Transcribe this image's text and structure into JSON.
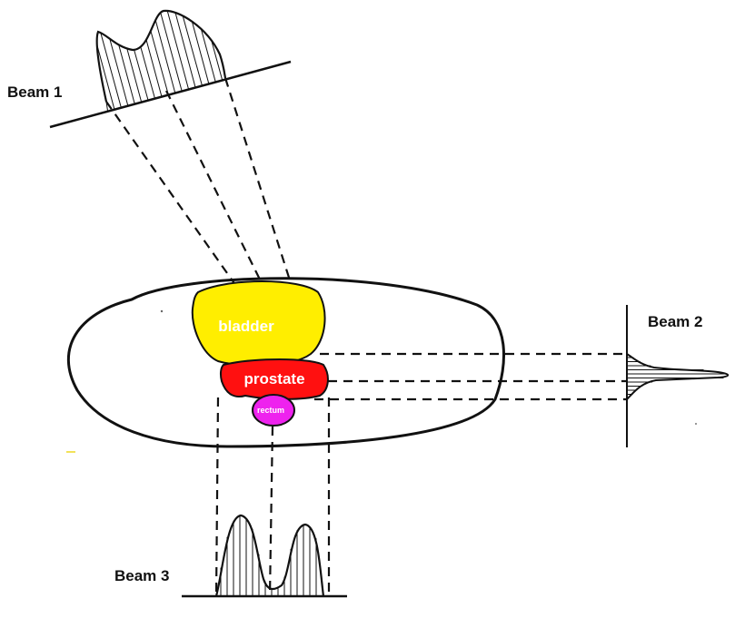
{
  "beams": {
    "beam1": "Beam 1",
    "beam2": "Beam 2",
    "beam3": "Beam 3"
  },
  "organs": {
    "bladder": "bladder",
    "prostate": "prostate",
    "rectum": "rectum"
  },
  "colors": {
    "bladder": "#ffee00",
    "prostate": "#ff1010",
    "rectum": "#ee22ee",
    "line": "#111111",
    "background": "#ffffff"
  }
}
